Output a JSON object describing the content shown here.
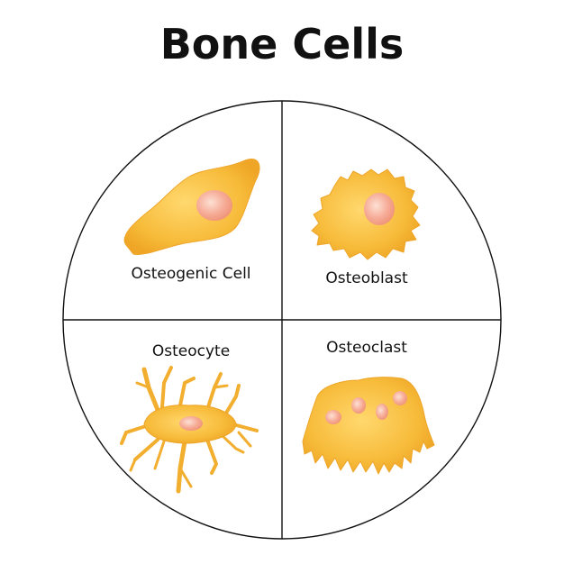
{
  "title": "Bone Cells",
  "colors": {
    "cell_fill": "#f6b733",
    "cell_highlight": "#ffd56a",
    "nucleus_fill": "#f4a08a",
    "nucleus_highlight": "#fcd4c8",
    "outline": "#111111"
  },
  "cells": [
    {
      "label": "Osteogenic Cell"
    },
    {
      "label": "Osteoblast"
    },
    {
      "label": "Osteocyte"
    },
    {
      "label": "Osteoclast"
    }
  ]
}
